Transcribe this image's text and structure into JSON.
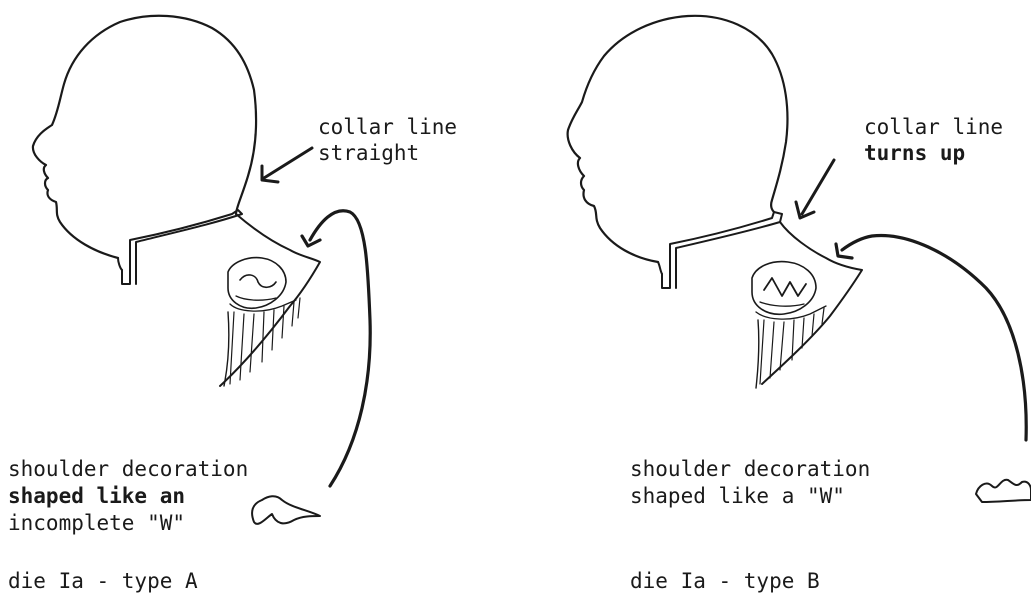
{
  "type_a": {
    "collar_note_line1": "collar line",
    "collar_note_line2": "straight",
    "shoulder_line1": "shoulder decoration",
    "shoulder_line2": "shaped like an",
    "shoulder_line3": "incomplete \"W\"",
    "caption": "die Ia - type A"
  },
  "type_b": {
    "collar_note_line1": "collar line",
    "collar_note_line2": "turns up",
    "shoulder_line1": "shoulder decoration",
    "shoulder_line2": "shaped like a \"W\"",
    "caption": "die Ia - type B"
  }
}
